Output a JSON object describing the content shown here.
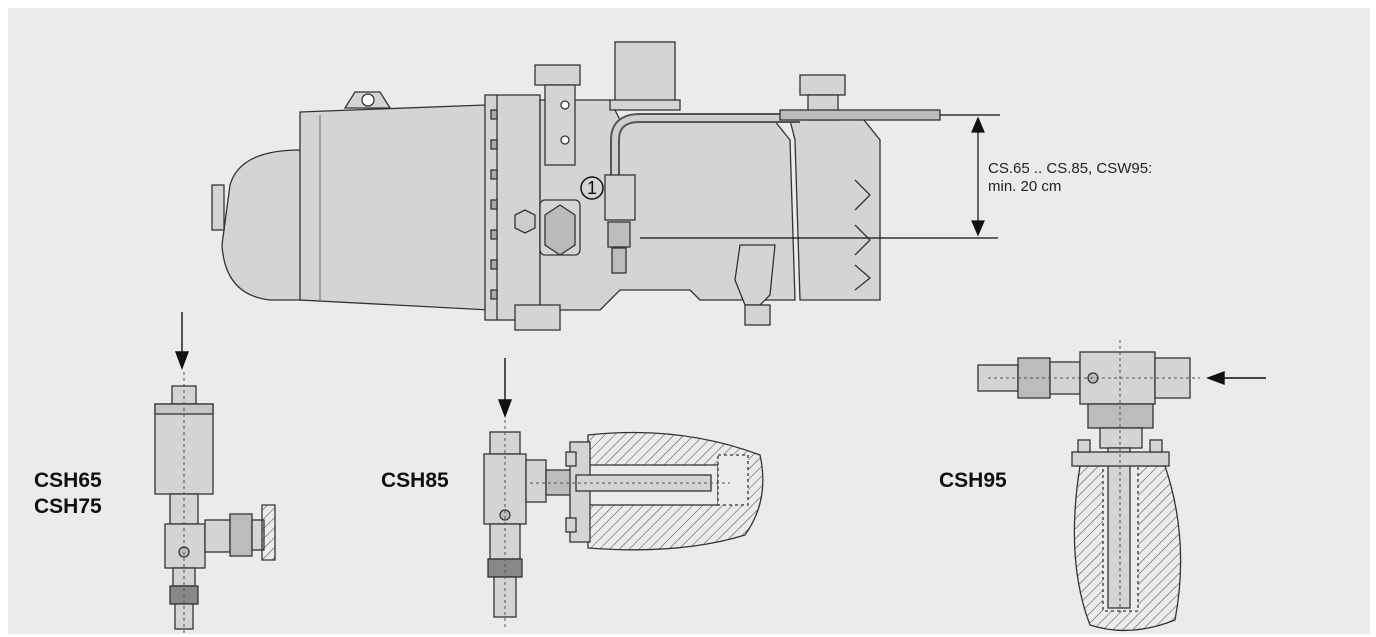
{
  "labels": {
    "callout": "1",
    "dimension_line1": "CS.65 .. CS.85, CSW95:",
    "dimension_line2": "min. 20 cm",
    "variant_a_line1": "CSH65",
    "variant_a_line2": "CSH75",
    "variant_b": "CSH85",
    "variant_c": "CSH95"
  },
  "colors": {
    "panel": "#ebebeb",
    "metal": "#d4d4d4",
    "metal_dark": "#bcbcbc",
    "outline": "#333333"
  }
}
